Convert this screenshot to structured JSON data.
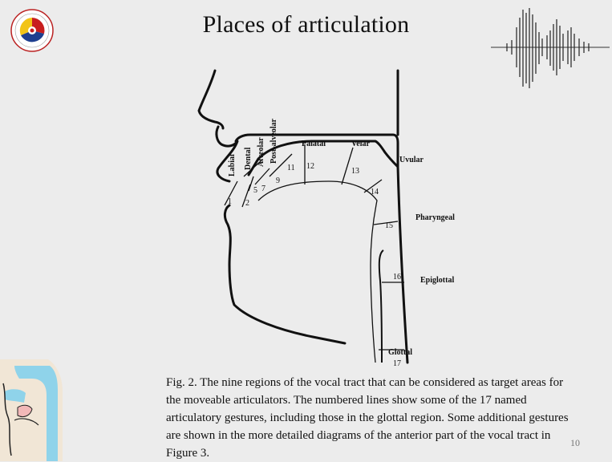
{
  "slide": {
    "title": "Places of articulation",
    "page_number": "10",
    "caption": "Fig. 2. The nine regions of the vocal tract that can be considered as target areas for the moveable articulators. The numbered lines show some of the 17 named articulatory gestures, including those in the glottal region. Some additional gestures are shown in the more detailed diagrams of the anterior part of the vocal tract in Figure 3."
  },
  "diagram": {
    "region_labels": {
      "labial": "Labial",
      "dental": "Dental",
      "alveolar": "Alveolar",
      "post_alveolar": "Post-alveolar",
      "palatal": "Palatal",
      "velar": "Velar",
      "uvular": "Uvular",
      "pharyngeal": "Pharyngeal",
      "epiglottal": "Epiglottal",
      "glottal": "Glottal"
    },
    "gesture_numbers": {
      "n1": "1",
      "n2": "2",
      "n5": "5",
      "n7": "7",
      "n9": "9",
      "n11": "11",
      "n12": "12",
      "n13": "13",
      "n14": "14",
      "n15": "15",
      "n16": "16",
      "n17": "17"
    }
  },
  "colors": {
    "background": "#ececec",
    "ink": "#111111",
    "logo_blue": "#1f3f8f",
    "logo_red": "#c81e1e",
    "logo_yellow": "#f2c417",
    "corner_blue": "#8fd3ea",
    "corner_skin": "#f1e6d6"
  }
}
